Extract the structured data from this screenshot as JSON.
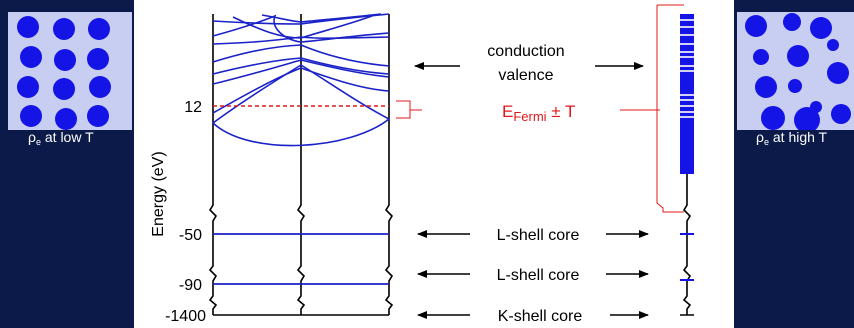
{
  "low_t_caption": {
    "symbol": "ρ",
    "sub": "e",
    "text": " at low T"
  },
  "high_t_caption": {
    "symbol": "ρ",
    "sub": "e",
    "text": " at high T"
  },
  "axis": {
    "ylabel": "Energy (eV)",
    "ticks": [
      "12",
      "-50",
      "-90",
      "-1400"
    ]
  },
  "labels": {
    "conduction": "conduction",
    "valence": "valence",
    "fermi_main": "E",
    "fermi_sub": "Fermi",
    "fermi_tail": " ± T",
    "l_shell_1": "L-shell core",
    "l_shell_2": "L-shell core",
    "k_shell": "K-shell core"
  },
  "colors": {
    "band": "#1a22c8",
    "fermi": "#e01818",
    "dot": "#1414e6",
    "thumb_bg": "#c8cdf2",
    "frame_bg": "#0b1a48"
  }
}
